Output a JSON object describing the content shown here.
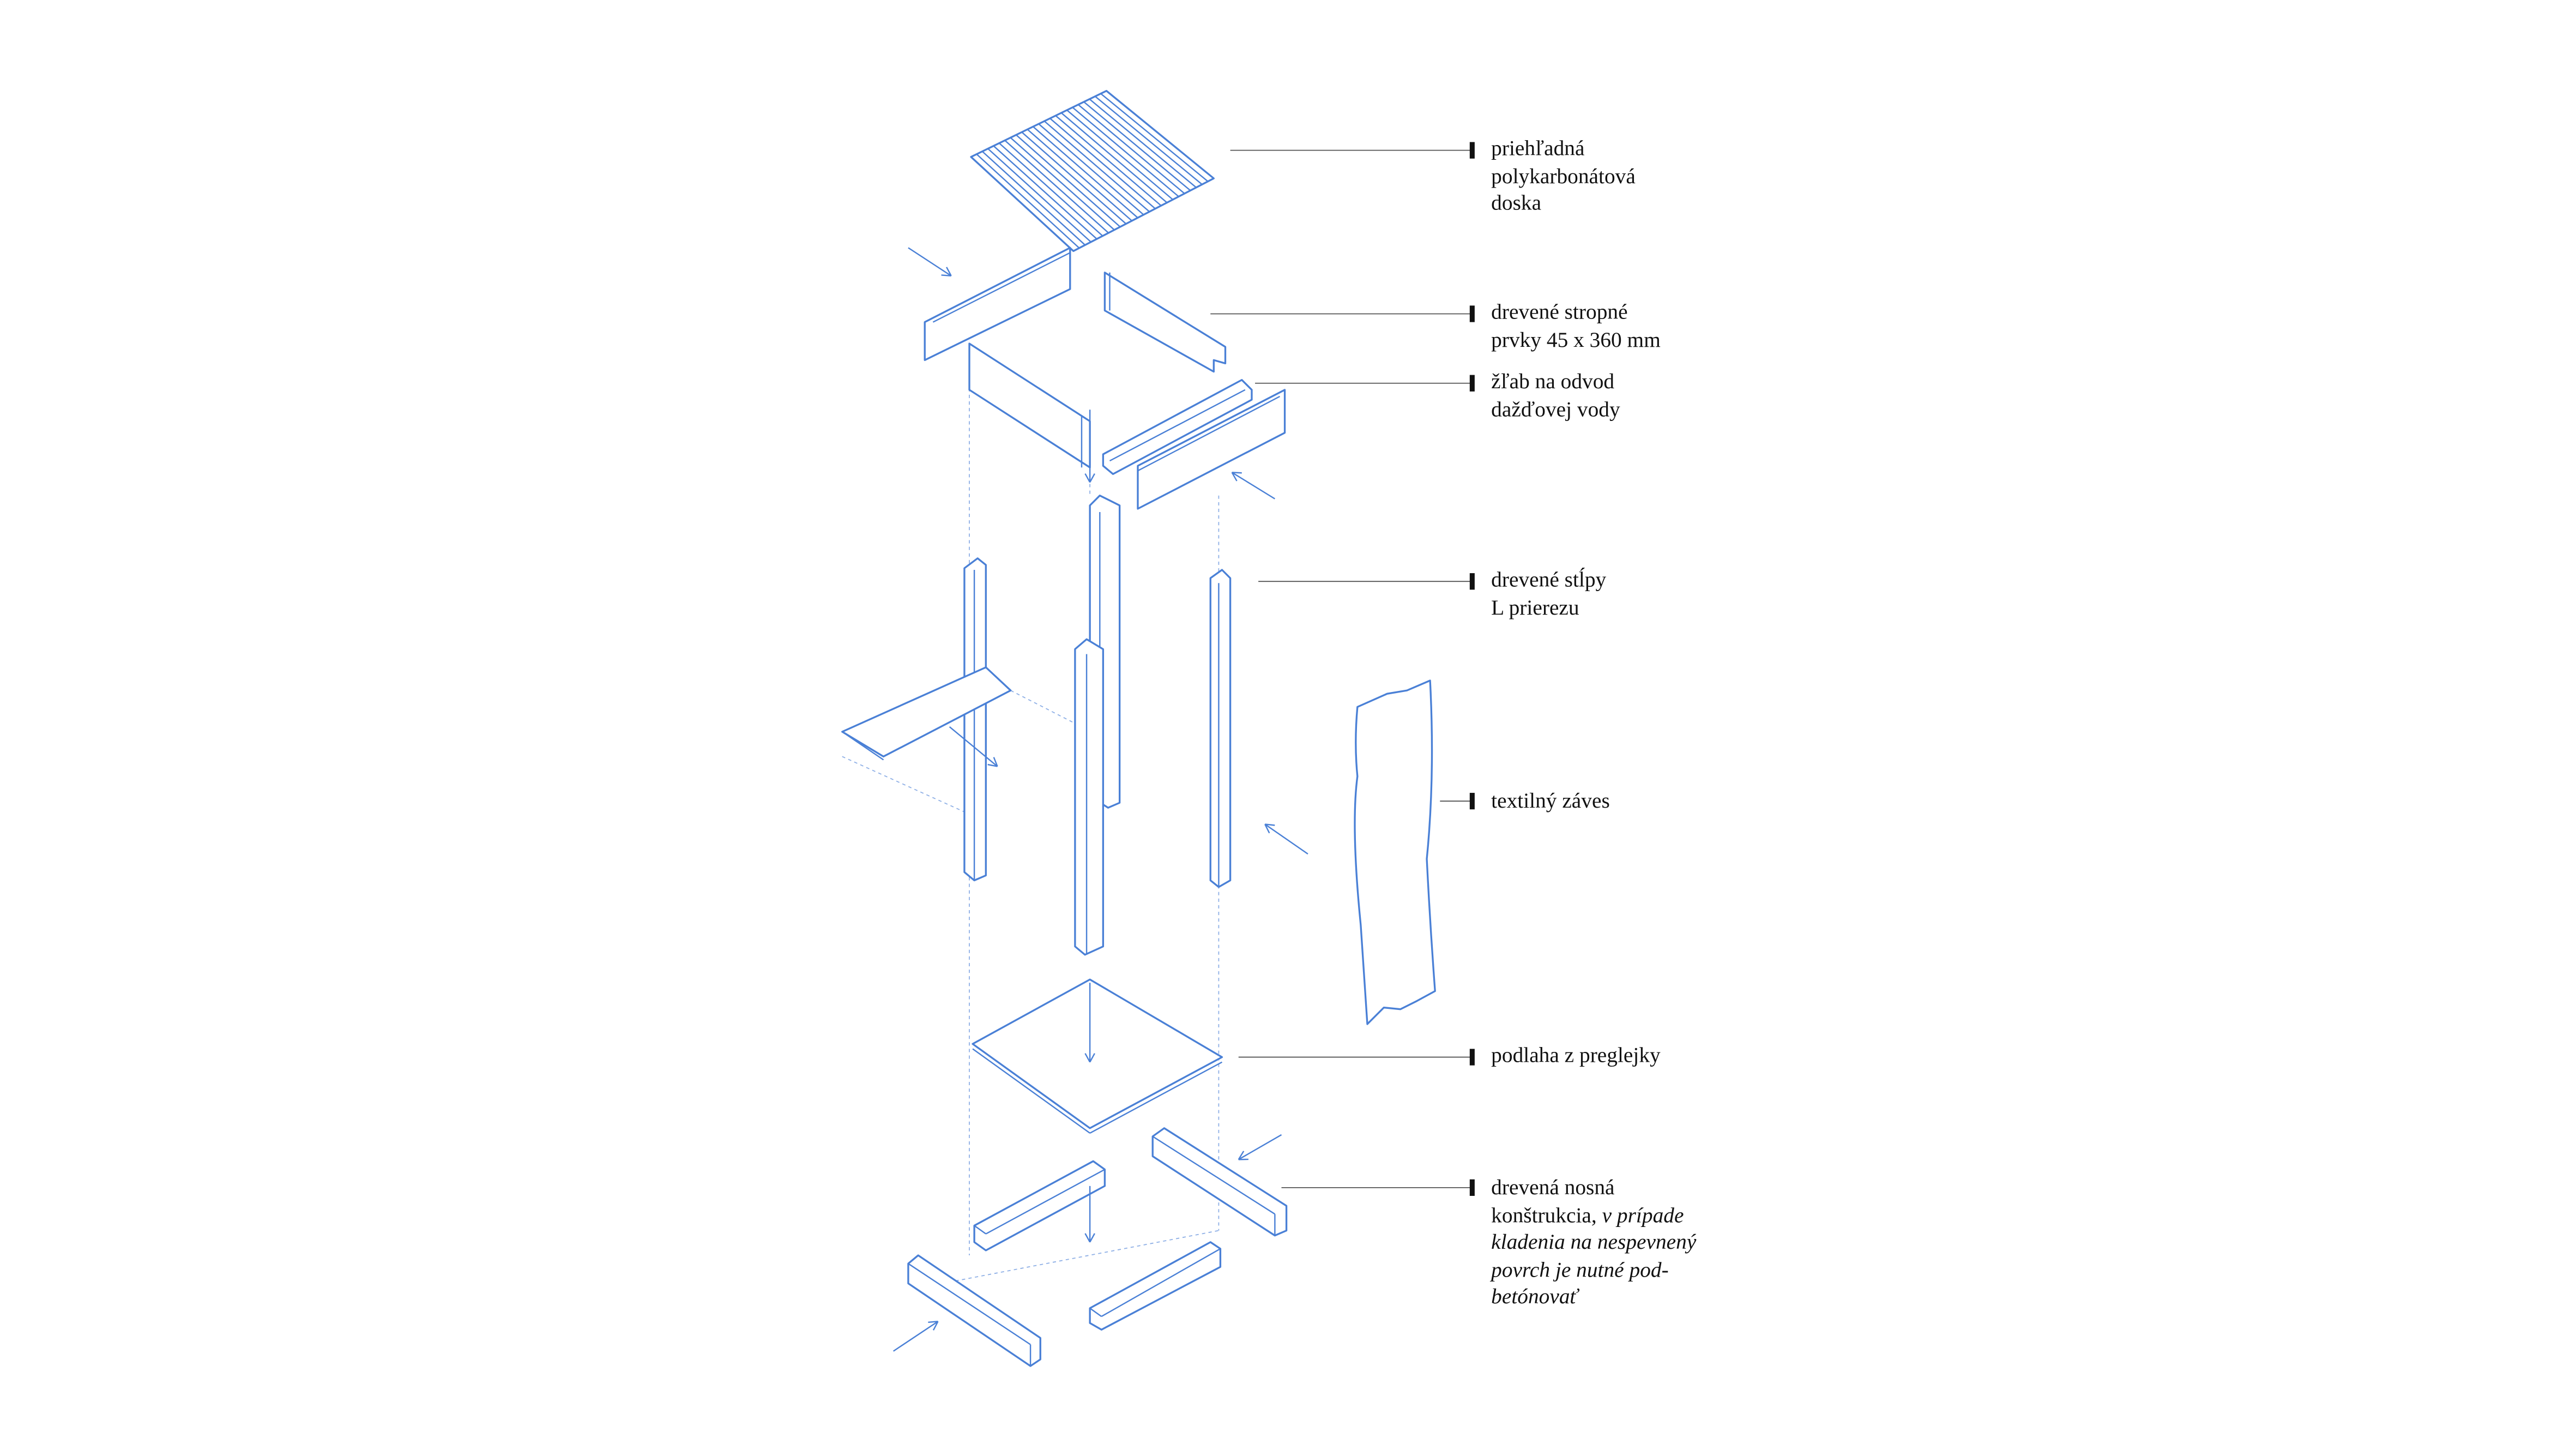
{
  "colors": {
    "drawing": "#4a80d6",
    "text": "#111111"
  },
  "labels": [
    {
      "lines": [
        "priehľadná",
        "polykarbonátová",
        "doska"
      ]
    },
    {
      "lines": [
        "drevené stropné",
        "prvky 45 x 360 mm"
      ]
    },
    {
      "lines": [
        "žľab na odvod",
        "dažďovej vody"
      ]
    },
    {
      "lines": [
        "drevené stĺpy",
        "L prierezu"
      ]
    },
    {
      "lines": [
        "textilný záves"
      ]
    },
    {
      "lines": [
        "podlaha z preglejky"
      ]
    },
    {
      "lines": [
        "drevená nosná",
        "konštrukcia,"
      ],
      "italic": " v prípade",
      "italic_lines": [
        "kladenia na nespevnený",
        "povrch je nutné pod-",
        "betónovať"
      ]
    }
  ]
}
